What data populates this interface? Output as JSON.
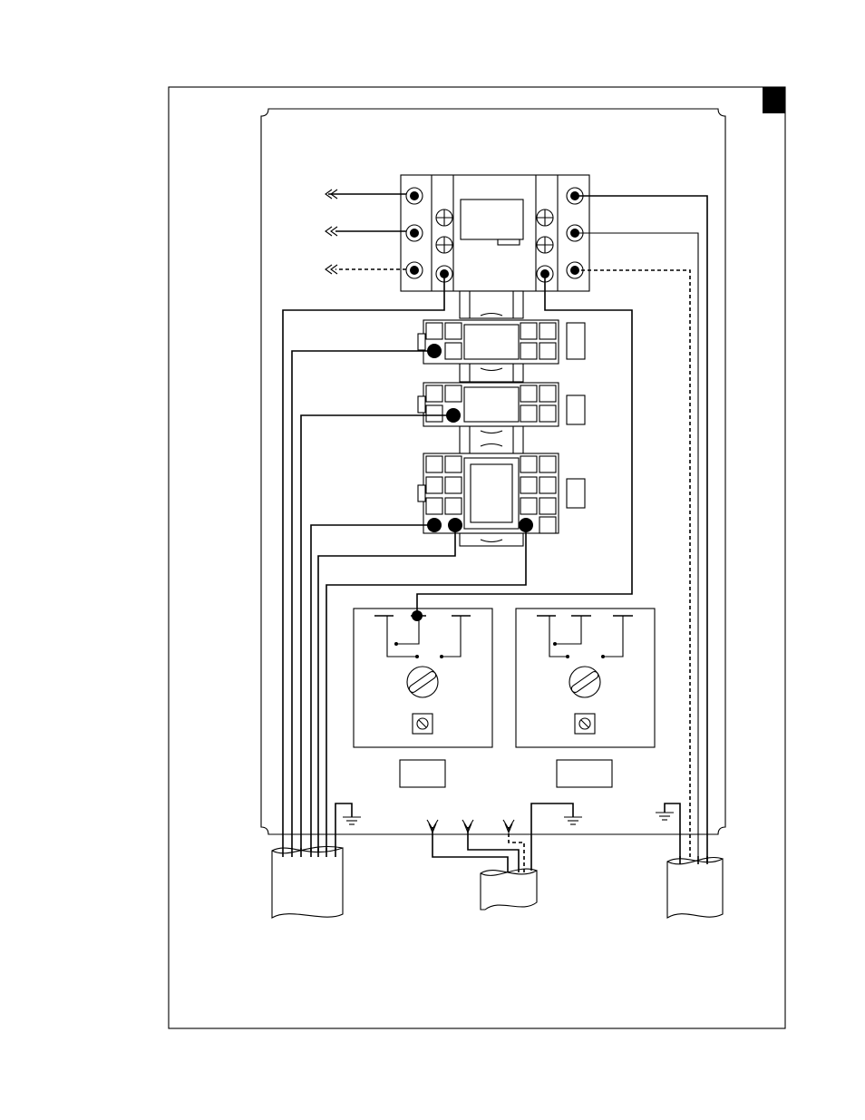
{
  "page": {
    "corner_tab_color": "#000000",
    "line_color": "#000000",
    "background": "#ffffff"
  },
  "diagram": {
    "contactor_terminals_left": 3,
    "contactor_terminals_right": 3,
    "relays": 3,
    "controllers": 2,
    "ground_symbols": 3,
    "conduits": 3,
    "icons": [
      "arrow-left-icon",
      "ground-icon",
      "thermostat-dial-icon",
      "adjust-screw-icon"
    ]
  }
}
